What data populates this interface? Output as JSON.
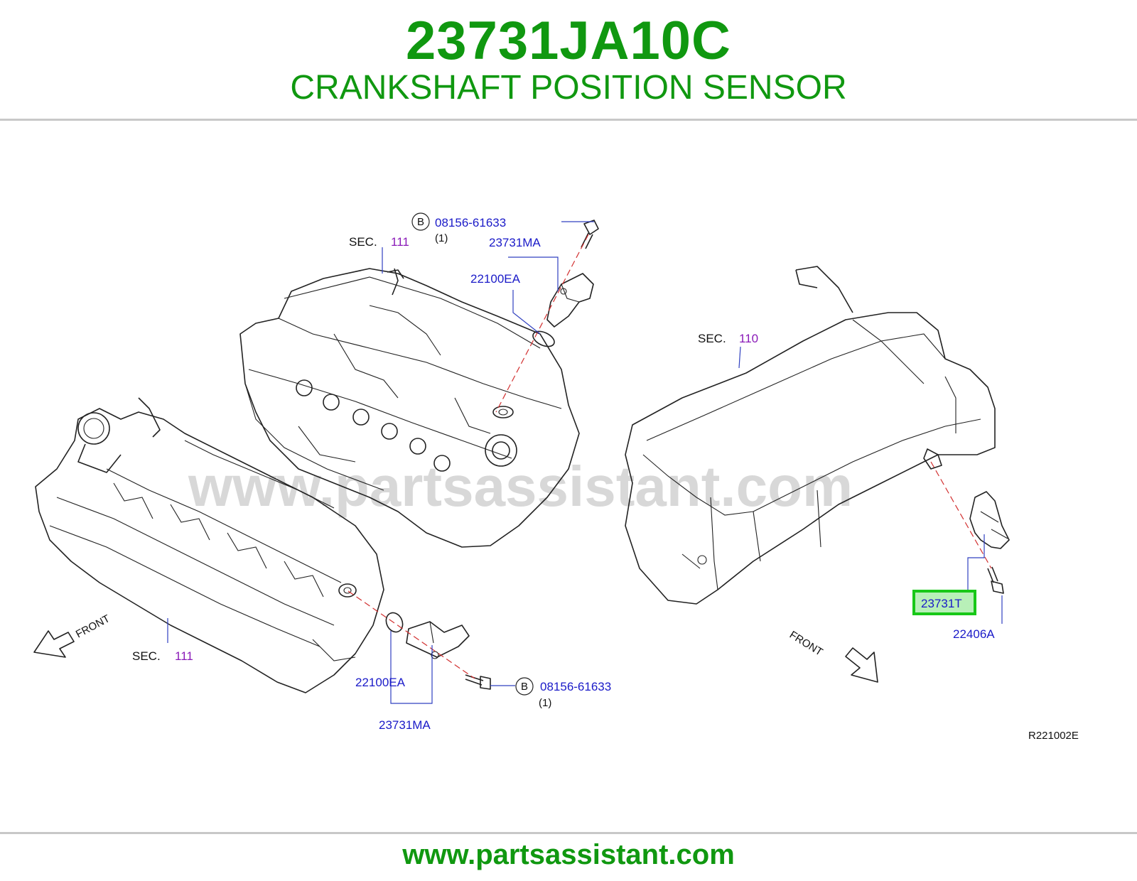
{
  "header": {
    "part_number": "23731JA10C",
    "part_name": "CRANKSHAFT POSITION SENSOR"
  },
  "watermark": "www.partsassistant.com",
  "footer": {
    "url": "www.partsassistant.com"
  },
  "colors": {
    "brand_green": "#109810",
    "callout_blue": "#1a1ac8",
    "section_purple": "#8a1ab8",
    "highlight_box": "#18c818",
    "highlight_fill": "#b8f0b8",
    "center_line_red": "#d23030"
  },
  "labels": {
    "sec_prefix": "SEC.",
    "sec_111_top": "111",
    "sec_111_bottom": "111",
    "sec_110": "110",
    "bolt_badge_top": "B",
    "bolt_part_top": "08156-61633",
    "bolt_qty_top": "(1)",
    "bolt_badge_bottom": "B",
    "bolt_part_bottom": "08156-61633",
    "bolt_qty_bottom": "(1)",
    "cam_sensor_top": "23731MA",
    "oring_top": "22100EA",
    "oring_bottom": "22100EA",
    "cam_sensor_bottom": "23731MA",
    "crank_sensor_highlighted": "23731T",
    "bolt_crank": "22406A",
    "front_left": "FRONT",
    "front_right": "FRONT",
    "diagram_ref": "R221002E"
  }
}
